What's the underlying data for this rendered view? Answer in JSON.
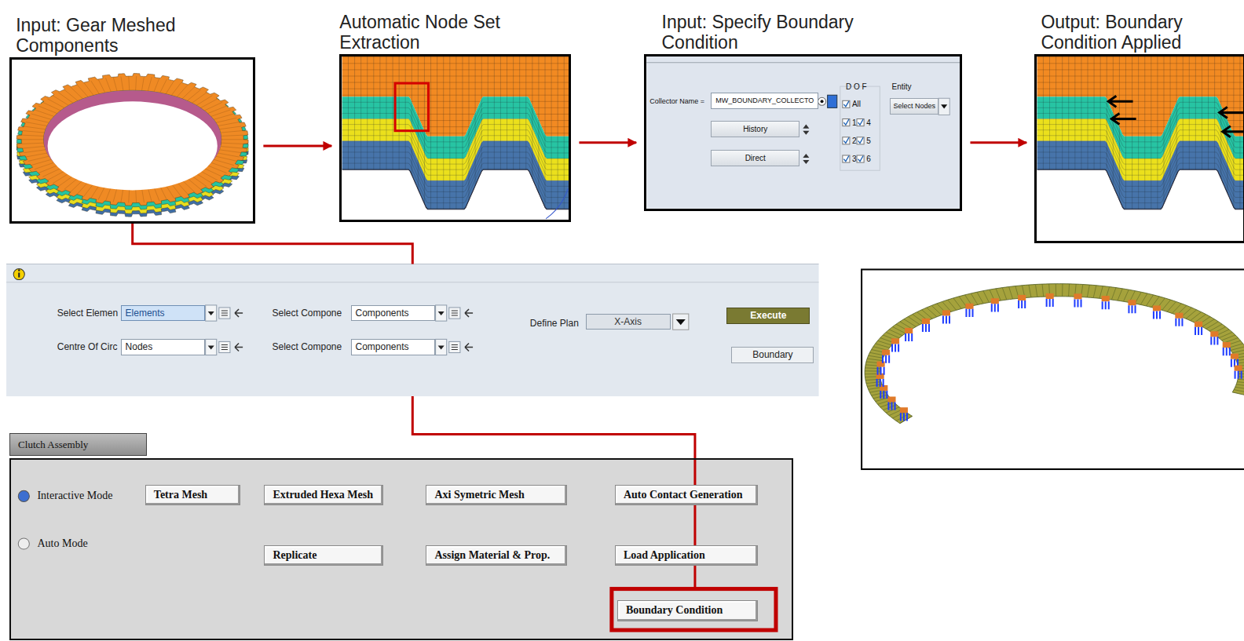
{
  "diagram": {
    "nodes": [
      {
        "text": [
          "Input: Gear Meshed Components"
        ]
      },
      {
        "text": [
          "Automatic Node Set Extraction"
        ]
      },
      {
        "text": [
          "Input: Specify Boundary Condition"
        ]
      },
      {
        "text": [
          "Output: Boundary Condition Applied"
        ]
      },
      {
        "text": [
          "Select Elemen",
          "Elements",
          "Centre Of Circ",
          "Nodes",
          "Select Compone",
          "Components",
          "Select Compone",
          "Components",
          "Define Plan",
          "X-Axis",
          "Execute",
          "Boundary"
        ]
      },
      {
        "text": [
          "Clutch Assembly",
          "Interactive Mode",
          "Auto Mode"
        ]
      },
      {
        "text": [
          "Tetra Mesh"
        ],
        "in": 5
      },
      {
        "text": [
          "Extruded Hexa Mesh"
        ],
        "in": 5
      },
      {
        "text": [
          "Axi Symetric Mesh"
        ],
        "in": 5
      },
      {
        "text": [
          "Auto Contact Generation"
        ],
        "in": 5
      },
      {
        "text": [
          "Replicate"
        ],
        "in": 5
      },
      {
        "text": [
          "Assign Material & Prop."
        ],
        "in": 5
      },
      {
        "text": [
          "Load Application"
        ],
        "in": 5
      },
      {
        "text": [
          "Boundary Condition"
        ],
        "in": 5
      }
    ],
    "edges": [
      {
        "from": 0,
        "to": 1,
        "arrow": "to"
      },
      {
        "from": 1,
        "to": 2,
        "arrow": "to"
      },
      {
        "from": 2,
        "to": 3,
        "arrow": "to"
      },
      {
        "from": 0,
        "to": 4,
        "arrow": "none"
      },
      {
        "from": 4,
        "to": 13,
        "arrow": "none"
      }
    ],
    "labels": [
      "Collector Name =",
      "MW_BOUNDARY_COLLECTO",
      "History",
      "Direct",
      "D O F",
      "All",
      "1",
      "4",
      "2",
      "5",
      "3",
      "6",
      "Entity",
      "Select Nodes"
    ]
  }
}
